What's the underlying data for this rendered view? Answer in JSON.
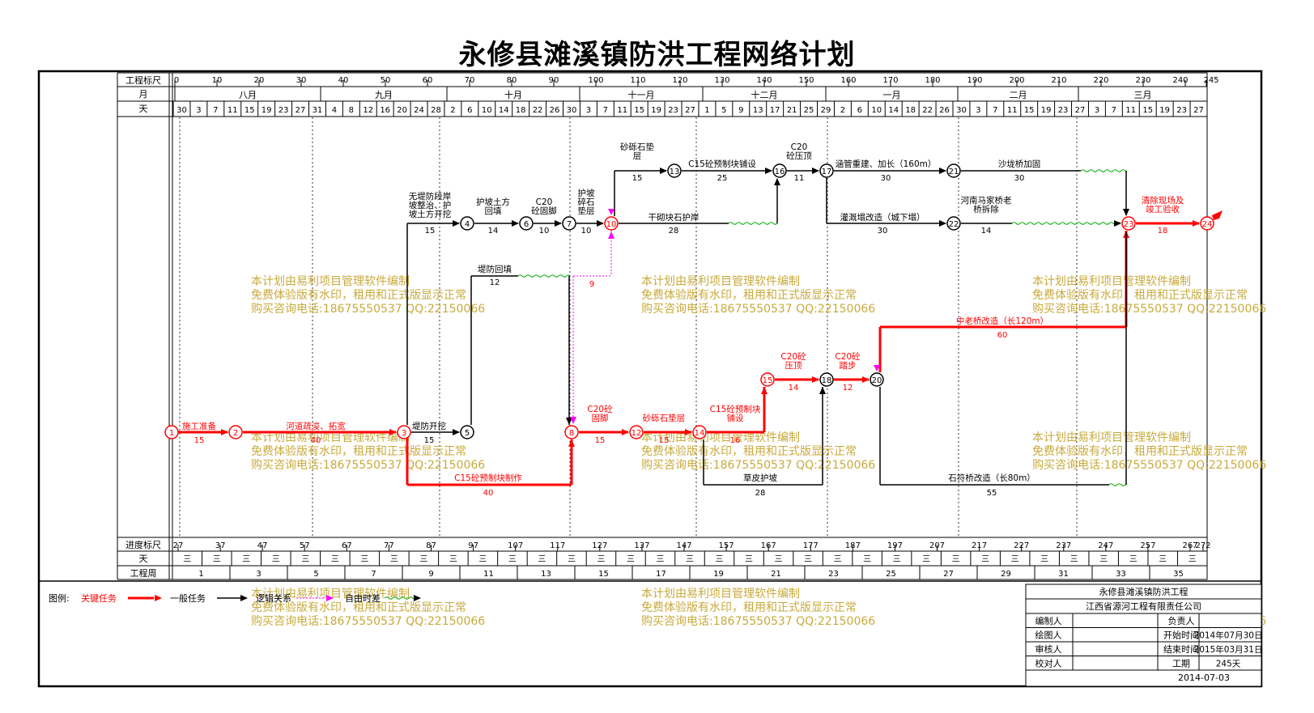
{
  "title": "永修县滩溪镇防洪工程网络计划",
  "scale_rows": {
    "top_labels": [
      "工程标尺",
      "月",
      "天"
    ],
    "bottom_labels": [
      "进度标尺",
      "天",
      "工程周"
    ]
  },
  "top_scale_ticks": [
    "0",
    "10",
    "20",
    "30",
    "40",
    "50",
    "60",
    "70",
    "80",
    "90",
    "100",
    "110",
    "120",
    "130",
    "140",
    "150",
    "160",
    "170",
    "180",
    "190",
    "200",
    "210",
    "220",
    "230",
    "240",
    "245"
  ],
  "months": [
    "八月",
    "九月",
    "十月",
    "十一月",
    "十二月",
    "一月",
    "二月",
    "三月"
  ],
  "days": [
    "30",
    "3",
    "7",
    "11",
    "15",
    "19",
    "23",
    "27",
    "31",
    "4",
    "8",
    "12",
    "16",
    "20",
    "24",
    "28",
    "2",
    "6",
    "10",
    "14",
    "18",
    "22",
    "26",
    "30",
    "3",
    "7",
    "11",
    "15",
    "19",
    "23",
    "27",
    "1",
    "5",
    "9",
    "13",
    "17",
    "21",
    "25",
    "29",
    "2",
    "6",
    "10",
    "14",
    "18",
    "22",
    "26",
    "30",
    "3",
    "7",
    "11",
    "15",
    "19",
    "23",
    "27",
    "3",
    "7",
    "11",
    "15",
    "19",
    "23",
    "27"
  ],
  "bottom_scale_ticks": [
    "27",
    "37",
    "47",
    "57",
    "67",
    "77",
    "87",
    "97",
    "107",
    "117",
    "127",
    "137",
    "147",
    "157",
    "167",
    "177",
    "187",
    "197",
    "207",
    "217",
    "227",
    "237",
    "247",
    "257",
    "267",
    "272"
  ],
  "bottom_day_mark": "三",
  "weeks": [
    "1",
    "3",
    "5",
    "7",
    "9",
    "11",
    "13",
    "15",
    "17",
    "19",
    "21",
    "23",
    "25",
    "27",
    "29",
    "31",
    "33",
    "35"
  ],
  "nodes": [
    "1",
    "2",
    "3",
    "4",
    "5",
    "6",
    "7",
    "8",
    "10",
    "12",
    "13",
    "14",
    "15",
    "16",
    "17",
    "18",
    "20",
    "21",
    "22",
    "23",
    "24"
  ],
  "tasks": [
    {
      "name": "施工准备",
      "dur": "15",
      "critical": true
    },
    {
      "name": "河道疏浚、拓宽",
      "dur": "40",
      "critical": true
    },
    {
      "name": "C15砼预制块制作",
      "dur": "40",
      "critical": true
    },
    {
      "name": "C20砼固脚",
      "dur": "15",
      "critical": true
    },
    {
      "name": "砂砾石垫层",
      "dur": "15",
      "critical": true
    },
    {
      "name": "C15砼预制块铺设",
      "dur": "16",
      "critical": true
    },
    {
      "name": "C20砼压顶",
      "dur": "14",
      "critical": true
    },
    {
      "name": "C20砼踏步",
      "dur": "12",
      "critical": true
    },
    {
      "name": "中老桥改造（长120m）",
      "dur": "60",
      "critical": true
    },
    {
      "name": "清除现场及竣工验收",
      "dur": "18",
      "critical": true
    },
    {
      "name": "堤防开挖",
      "dur": "15",
      "critical": false
    },
    {
      "name": "无堤防段岸坡整治、护坡土方开挖",
      "dur": "15",
      "critical": false
    },
    {
      "name": "护坡土方回填",
      "dur": "14",
      "critical": false
    },
    {
      "name": "C20砼固脚",
      "dur": "10",
      "critical": false
    },
    {
      "name": "护坡碎石垫层",
      "dur": "10",
      "critical": false
    },
    {
      "name": "堤防回填",
      "dur": "12",
      "critical": false
    },
    {
      "name": "砂砾石垫层",
      "dur": "15",
      "critical": false
    },
    {
      "name": "C15砼预制块铺设",
      "dur": "25",
      "critical": false
    },
    {
      "name": "C20砼压顶",
      "dur": "11",
      "critical": false
    },
    {
      "name": "干砌块石护岸",
      "dur": "28",
      "critical": false
    },
    {
      "name": "涵管重建、加长（160m）",
      "dur": "30",
      "critical": false
    },
    {
      "name": "沙垅桥加固",
      "dur": "30",
      "critical": false
    },
    {
      "name": "灌溉塌改造（城下塌）",
      "dur": "30",
      "critical": false
    },
    {
      "name": "河南马家桥老桥拆除",
      "dur": "14",
      "critical": false
    },
    {
      "name": "草皮护坡",
      "dur": "28",
      "critical": false
    },
    {
      "name": "石符桥改造（长80m）",
      "dur": "55",
      "critical": false
    }
  ],
  "dummy_float": "9",
  "watermark": [
    "本计划由易利项目管理软件编制",
    "免费体验版有水印，租用和正式版显示正常",
    "购买咨询电话:18675550537 QQ:22150066"
  ],
  "legend": {
    "label": "图例:",
    "critical": "关键任务",
    "normal": "一般任务",
    "logic": "逻辑关系",
    "float": "自由时差"
  },
  "info": {
    "project": "永修县滩溪镇防洪工程",
    "company": "江西省源河工程有限责任公司",
    "rows": [
      {
        "k": "编制人",
        "v": "",
        "k2": "负责人",
        "v2": ""
      },
      {
        "k": "绘图人",
        "v": "",
        "k2": "开始时间",
        "v2": "2014年07月30日"
      },
      {
        "k": "审核人",
        "v": "",
        "k2": "结束时间",
        "v2": "2015年03月31日"
      },
      {
        "k": "校对人",
        "v": "",
        "k2": "工期",
        "v2": "245天"
      }
    ],
    "date": "2014-07-03"
  },
  "colors": {
    "critical": "#ff0000",
    "normal": "#000000",
    "float": "#00aa00",
    "logic": "#ff00ff",
    "watermark": "#c8aa3c"
  }
}
